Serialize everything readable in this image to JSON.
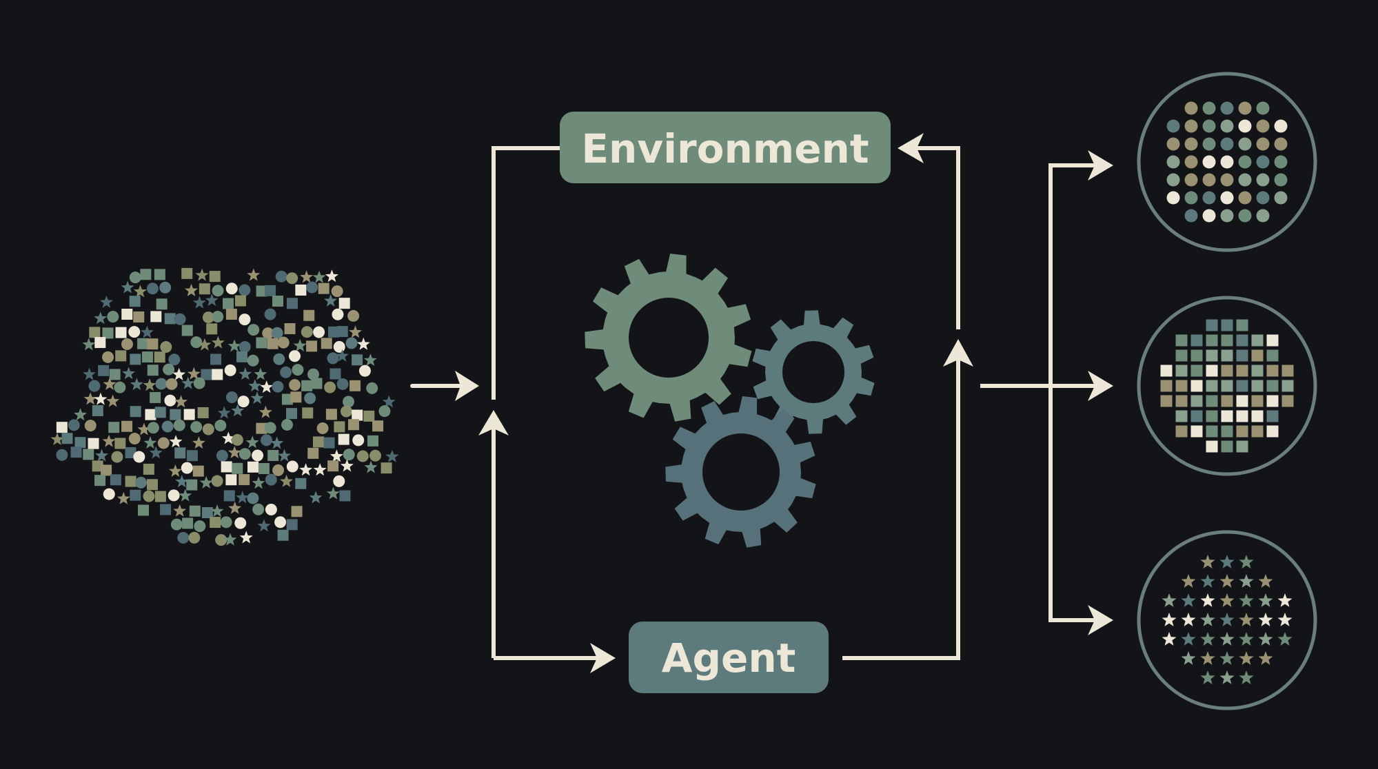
{
  "labels": {
    "environment": "Environment",
    "agent": "Agent"
  },
  "colors": {
    "background": "#121417",
    "line": "#ece7d6",
    "environment_box": "#6f8c7a",
    "agent_box": "#5d7a7c",
    "gear_large": "#6f8c7a",
    "gear_small": "#5d7a7c",
    "gear_bottom": "#56717a",
    "scatter_palette": [
      "#6f8c7a",
      "#5d7a7c",
      "#8a8d6a",
      "#9a9272",
      "#ece7d6",
      "#4f6a72"
    ],
    "ring_stroke": "#6b7f7a"
  },
  "outputs": [
    {
      "name": "circles-cluster",
      "shape": "circle"
    },
    {
      "name": "squares-cluster",
      "shape": "square"
    },
    {
      "name": "stars-cluster",
      "shape": "star"
    }
  ]
}
